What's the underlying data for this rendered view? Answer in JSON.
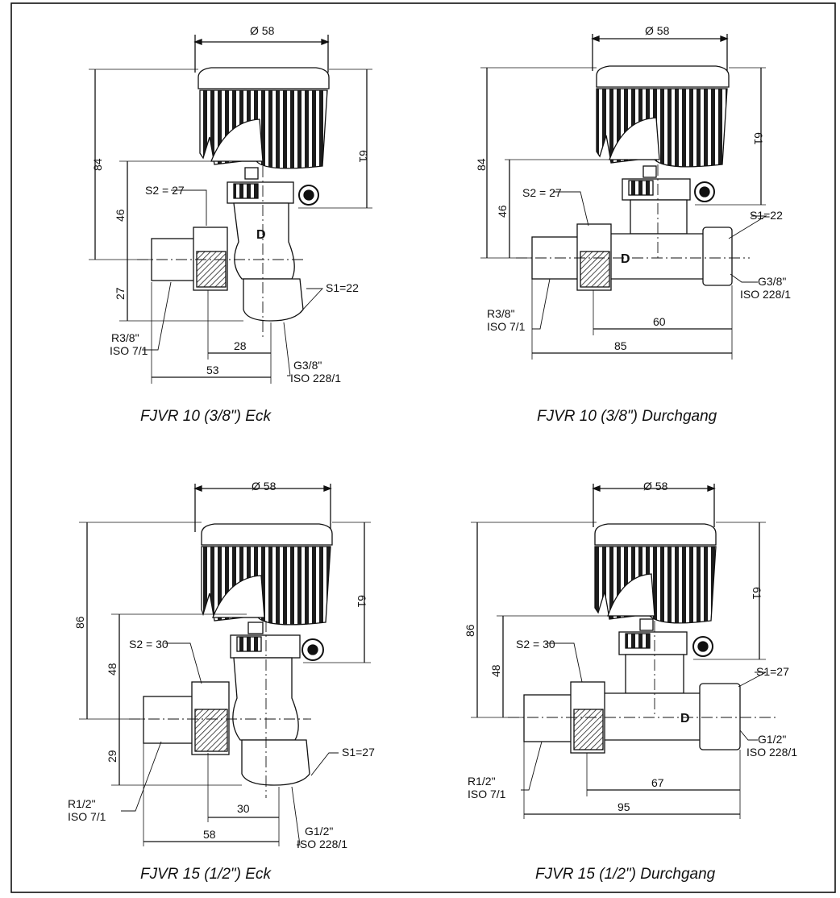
{
  "captions": {
    "tl": "FJVR 10 (3/8\") Eck",
    "tr": "FJVR 10 (3/8\") Durchgang",
    "bl": "FJVR 15 (1/2\") Eck",
    "br": "FJVR 15 (1/2\") Durchgang"
  },
  "tl": {
    "dia": "Ø 58",
    "h_total": "84",
    "h_mid": "46",
    "h_low": "27",
    "h_knob": "61",
    "s2": "S2 = 27",
    "s1": "S1=22",
    "w1": "28",
    "w2": "53",
    "thread_r": "R3/8\"",
    "iso_r": "ISO 7/1",
    "thread_g": "G3/8\"",
    "iso_g": "ISO 228/1",
    "flow": "D"
  },
  "tr": {
    "dia": "Ø 58",
    "h_total": "84",
    "h_mid": "46",
    "h_knob": "61",
    "s2": "S2 = 27",
    "s1": "S1=22",
    "w1": "60",
    "w2": "85",
    "thread_r": "R3/8\"",
    "iso_r": "ISO 7/1",
    "thread_g": "G3/8\"",
    "iso_g": "ISO 228/1",
    "flow": "D"
  },
  "bl": {
    "dia": "Ø 58",
    "h_total": "86",
    "h_mid": "48",
    "h_low": "29",
    "h_knob": "61",
    "s2": "S2 = 30",
    "s1": "S1=27",
    "w1": "30",
    "w2": "58",
    "thread_r": "R1/2\"",
    "iso_r": "ISO 7/1",
    "thread_g": "G1/2\"",
    "iso_g": "ISO 228/1"
  },
  "br": {
    "dia": "Ø 58",
    "h_total": "86",
    "h_mid": "48",
    "h_knob": "61",
    "s2": "S2 = 30",
    "s1": "S1=27",
    "w1": "67",
    "w2": "95",
    "thread_r": "R1/2\"",
    "iso_r": "ISO 7/1",
    "thread_g": "G1/2\"",
    "iso_g": "ISO 228/1",
    "flow": "D"
  }
}
